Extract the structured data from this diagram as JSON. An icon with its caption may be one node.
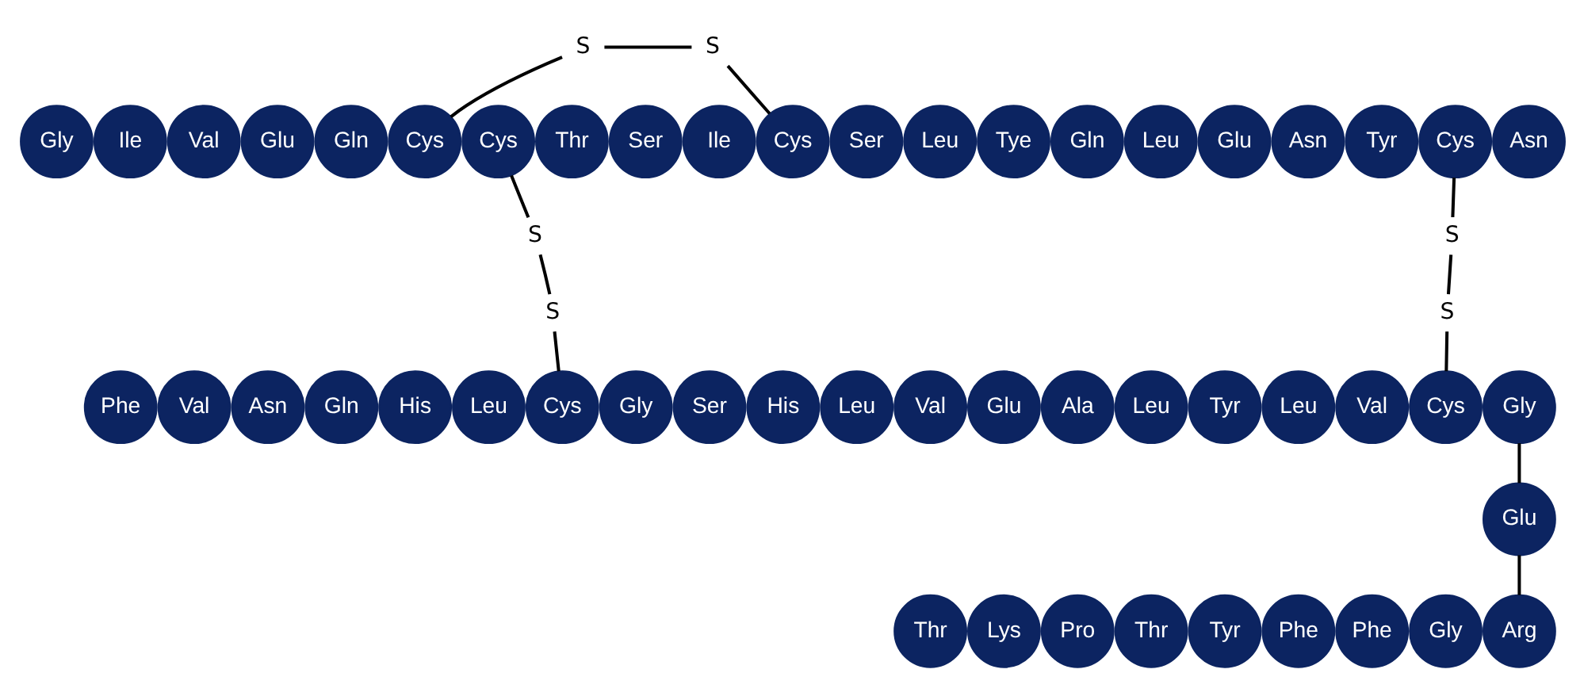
{
  "diagram": {
    "nodes": [
      {
        "text": [
          "S"
        ]
      },
      {
        "text": [
          "S"
        ]
      },
      {
        "text": [
          "Gly"
        ]
      },
      {
        "text": [
          "Ile"
        ]
      },
      {
        "text": [
          "Val"
        ]
      },
      {
        "text": [
          "Glu"
        ]
      },
      {
        "text": [
          "Gln"
        ]
      },
      {
        "text": [
          "Cys"
        ]
      },
      {
        "text": [
          "Cys"
        ]
      },
      {
        "text": [
          "Thr"
        ]
      },
      {
        "text": [
          "Ser"
        ]
      },
      {
        "text": [
          "Ile"
        ]
      },
      {
        "text": [
          "Cys"
        ]
      },
      {
        "text": [
          "Ser"
        ]
      },
      {
        "text": [
          "Leu"
        ]
      },
      {
        "text": [
          "Tye"
        ]
      },
      {
        "text": [
          "Gln"
        ]
      },
      {
        "text": [
          "Leu"
        ]
      },
      {
        "text": [
          "Glu"
        ]
      },
      {
        "text": [
          "Asn"
        ]
      },
      {
        "text": [
          "Tyr"
        ]
      },
      {
        "text": [
          "Cys"
        ]
      },
      {
        "text": [
          "Asn"
        ]
      },
      {
        "text": [
          "S"
        ]
      },
      {
        "text": [
          "S"
        ]
      },
      {
        "text": [
          "S"
        ]
      },
      {
        "text": [
          "S"
        ]
      },
      {
        "text": [
          "Phe"
        ]
      },
      {
        "text": [
          "Val"
        ]
      },
      {
        "text": [
          "Asn"
        ]
      },
      {
        "text": [
          "Gln"
        ]
      },
      {
        "text": [
          "His"
        ]
      },
      {
        "text": [
          "Leu"
        ]
      },
      {
        "text": [
          "Cys"
        ]
      },
      {
        "text": [
          "Gly"
        ]
      },
      {
        "text": [
          "Ser"
        ]
      },
      {
        "text": [
          "His"
        ]
      },
      {
        "text": [
          "Leu"
        ]
      },
      {
        "text": [
          "Val"
        ]
      },
      {
        "text": [
          "Glu"
        ]
      },
      {
        "text": [
          "Ala"
        ]
      },
      {
        "text": [
          "Leu"
        ]
      },
      {
        "text": [
          "Tyr"
        ]
      },
      {
        "text": [
          "Leu"
        ]
      },
      {
        "text": [
          "Val"
        ]
      },
      {
        "text": [
          "Cys"
        ]
      },
      {
        "text": [
          "Gly"
        ]
      },
      {
        "text": [
          "Glu"
        ]
      },
      {
        "text": [
          "Thr"
        ]
      },
      {
        "text": [
          "Lys"
        ]
      },
      {
        "text": [
          "Pro"
        ]
      },
      {
        "text": [
          "Thr"
        ]
      },
      {
        "text": [
          "Tyr"
        ]
      },
      {
        "text": [
          "Phe"
        ]
      },
      {
        "text": [
          "Phe"
        ]
      },
      {
        "text": [
          "Gly"
        ]
      },
      {
        "text": [
          "Arg"
        ]
      }
    ],
    "edges": [
      {
        "from": 0,
        "to": 1,
        "arrow": "none"
      },
      {
        "from": 0,
        "to": 7,
        "arrow": "none"
      },
      {
        "from": 1,
        "to": 12,
        "arrow": "none"
      },
      {
        "from": 8,
        "to": 23,
        "arrow": "none"
      },
      {
        "from": 23,
        "to": 25,
        "arrow": "none"
      },
      {
        "from": 25,
        "to": 33,
        "arrow": "none"
      },
      {
        "from": 21,
        "to": 24,
        "arrow": "none"
      },
      {
        "from": 24,
        "to": 26,
        "arrow": "none"
      },
      {
        "from": 26,
        "to": 45,
        "arrow": "none"
      },
      {
        "from": 46,
        "to": 47,
        "arrow": "none"
      },
      {
        "from": 47,
        "to": 56,
        "arrow": "none"
      }
    ]
  }
}
